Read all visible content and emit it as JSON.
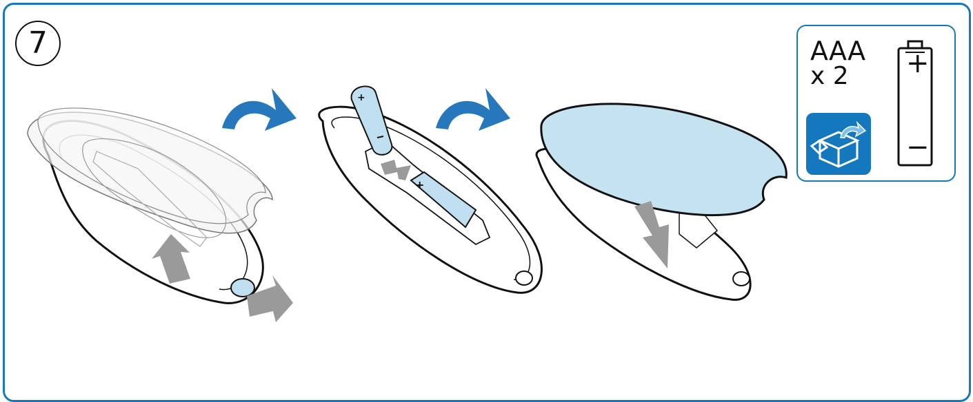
{
  "step": {
    "number": "7"
  },
  "battery_panel": {
    "type_label": "AAA",
    "quantity_label": "x 2",
    "plus_symbol": "+",
    "minus_symbol": "−"
  },
  "colors": {
    "frame_blue": "#1478be",
    "arrow_blue": "#2777bd",
    "cover_blue": "#c5e2f0",
    "battery_blue": "#bfdff0",
    "arrow_grey": "#9a9a9a",
    "outline": "#111111"
  },
  "icons": [
    "curved-arrow-icon",
    "box-icon",
    "battery-icon",
    "push-arrow-icon"
  ]
}
